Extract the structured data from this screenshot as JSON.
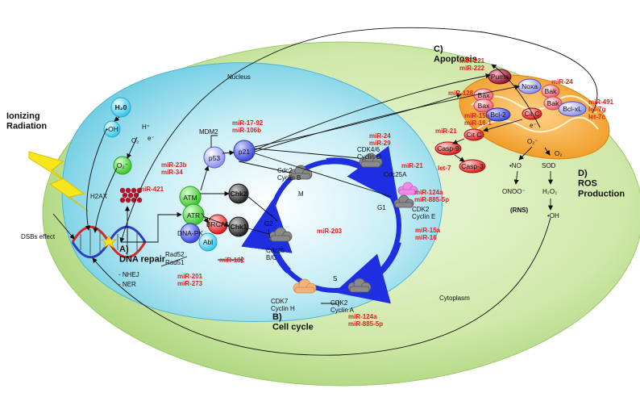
{
  "compartments": {
    "nucleus": "Nucleus",
    "cytoplasm": "Cytoplasm"
  },
  "sections": {
    "apoptosis": "C)\nApoptosis",
    "dna_repair": "A)\nDNA repair",
    "cell_cycle": "B)\nCell cycle",
    "ros": "D)\nROS\nProduction"
  },
  "source": {
    "label": "Ionizing\nRadiation",
    "dsbs": "DSBs effect"
  },
  "radicals": {
    "h2o": "H₂0",
    "oh": "•OH",
    "hplus": "H⁺",
    "eminus": "e⁻",
    "o2": "O₂",
    "o2minus": "O₂⁻"
  },
  "dna_damage": {
    "h2ax": "H2AX",
    "atm": "ATM",
    "atr": "ATR",
    "dnapk": "DNA-PK",
    "brca1": "BRCA1",
    "abl": "Abl",
    "chk1": "Chk1",
    "chk2": "Chk2",
    "p53": "p53",
    "mdm2": "MDM2",
    "p21": "p21",
    "rad52": "Rad52",
    "rad51": "Rad51",
    "nhej": "- NHEJ",
    "ner": "- NER"
  },
  "cell_cycle": {
    "phases": {
      "m": "M",
      "g1": "G1",
      "s": "S",
      "g2": "G2"
    },
    "cdc2_cyclin_b": "Cdc2\nCyclin B",
    "cdk46_cyclin_d": "CDK4/6\nCyclin D",
    "cdc25a": "Cdc25A",
    "cdk2_cyclin_e": "CDK2\nCyclin E",
    "cdc25_bc": "Cdc25\nB/C",
    "cdk7_cyclin_h": "CDK7\nCyclin H",
    "cdk2_cyclin_a": "CDK2\nCyclin A"
  },
  "apoptosis": {
    "puma": "Puma",
    "noxa": "Noxa",
    "bak1": "Bak",
    "bak2": "Bak",
    "bax1": "Bax",
    "bax2": "Bax",
    "bcl2": "Bcl-2",
    "bclxl": "Bcl-xL",
    "cytc1": "Cit C",
    "cytc2": "Cit C",
    "casp9": "Casp-9",
    "casp3": "Casp-3"
  },
  "ros": {
    "eminus": "e⁻",
    "o2minus": "O₂⁻",
    "o2": "O₂",
    "no": "•NO",
    "sod": "SOD",
    "onoo": "ONOO⁻",
    "h2o2": "H₂O₂",
    "rns": "(RNS)",
    "oh": "•OH"
  },
  "mirnas": {
    "mir_221_222": "miR-221\nmiR-222",
    "mir_24_apop": "miR-24",
    "mir_128": "miR-128",
    "mir_491": "miR-491\nlet-7g\nlet-7c",
    "mir_15a_16_1": "miR-15a\nmiR-16-1",
    "mir_21_apop": "miR-21",
    "let_7": "let-7",
    "mir_17_92": "miR-17-92\nmiR-106b",
    "mir_23b_34": "miR-23b\nmiR-34",
    "mir_421": "miR-421",
    "mir_24_29": "miR-24\nmiR-29",
    "mir_21_cc": "miR-21",
    "mir_124a_885_g1": "miR-124a\nmiR-885-5p",
    "mir_15a_16": "miR-15a\nmiR-16",
    "mir_203": "miR-203",
    "mir_182": "miR-182",
    "mir_201_273": "miR-201\nmiR-273",
    "mir_124a_885_s": "miR-124a\nmiR-885-5p"
  }
}
